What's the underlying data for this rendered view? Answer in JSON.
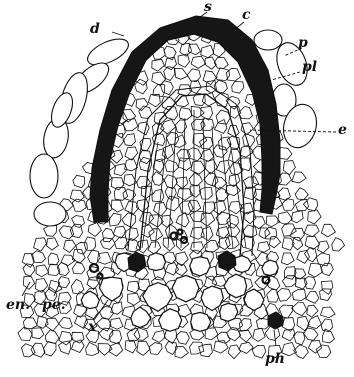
{
  "figure": {
    "labels": {
      "s": "s",
      "c": "c",
      "d": "d",
      "p": "p",
      "pl": "pl",
      "e": "e",
      "en": "en.",
      "pe": "pe.",
      "x": "x",
      "ph": "ph"
    },
    "colors": {
      "ink": "#111111",
      "paper": "#ffffff"
    }
  }
}
